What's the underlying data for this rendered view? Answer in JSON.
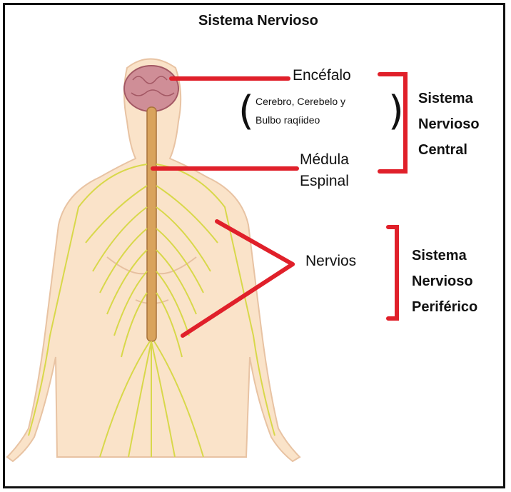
{
  "title": "Sistema Nervioso",
  "labels": {
    "encefalo": "Encéfalo",
    "encefalo_detail_line1": "Cerebro, Cerebelo y",
    "encefalo_detail_line2": "Bulbo raqíideo",
    "medula_line1": "Médula",
    "medula_line2": "Espinal",
    "nervios": "Nervios"
  },
  "groups": {
    "central": [
      "Sistema",
      "Nervioso",
      "Central"
    ],
    "periferico": [
      "Sistema",
      "Nervioso",
      "Periférico"
    ]
  },
  "colors": {
    "annotation": "#e0202a",
    "skin": "#fae3c9",
    "nerve": "#d8d84a",
    "brain": "#cf8e97"
  }
}
